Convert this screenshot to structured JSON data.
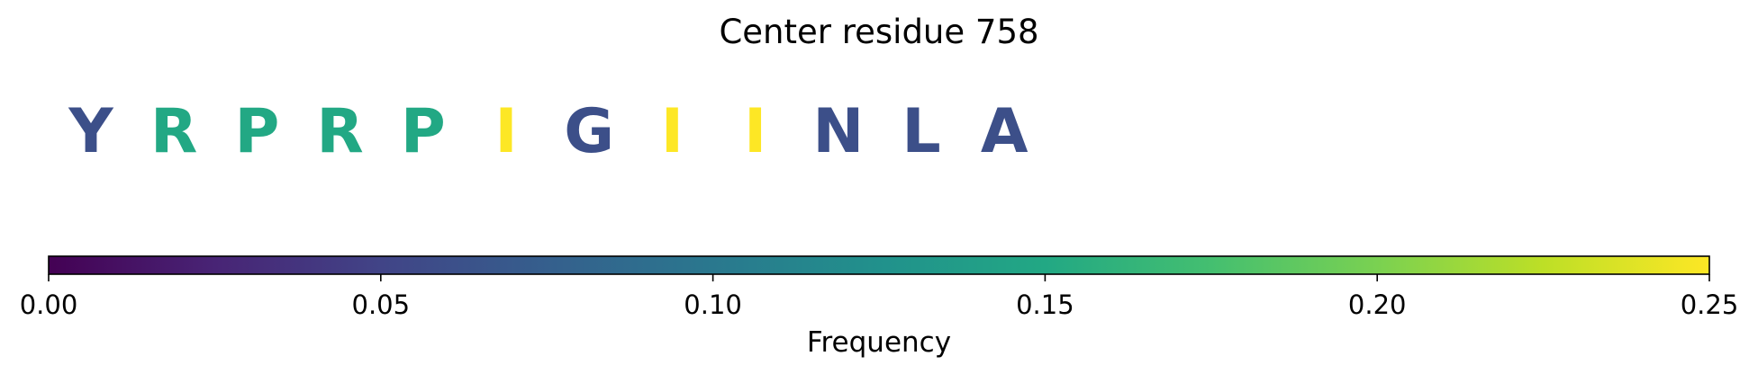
{
  "chart_data": {
    "type": "other",
    "title": "Center residue 758",
    "residues": [
      {
        "letter": "Y",
        "frequency": 0.06
      },
      {
        "letter": "R",
        "frequency": 0.15
      },
      {
        "letter": "P",
        "frequency": 0.15
      },
      {
        "letter": "R",
        "frequency": 0.15
      },
      {
        "letter": "P",
        "frequency": 0.15
      },
      {
        "letter": "I",
        "frequency": 0.25
      },
      {
        "letter": "G",
        "frequency": 0.06
      },
      {
        "letter": "I",
        "frequency": 0.25
      },
      {
        "letter": "I",
        "frequency": 0.25
      },
      {
        "letter": "N",
        "frequency": 0.06
      },
      {
        "letter": "L",
        "frequency": 0.06
      },
      {
        "letter": "A",
        "frequency": 0.06
      }
    ],
    "colorbar": {
      "label": "Frequency",
      "colormap": "viridis",
      "range": [
        0.0,
        0.25
      ],
      "ticks": [
        "0.00",
        "0.05",
        "0.10",
        "0.15",
        "0.20",
        "0.25"
      ]
    }
  }
}
